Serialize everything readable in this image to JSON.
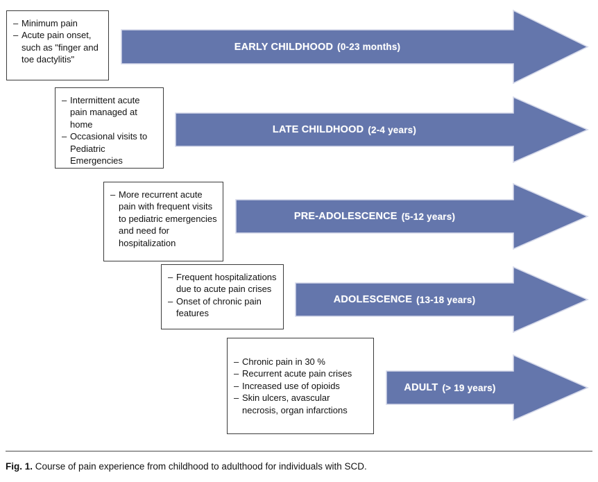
{
  "figure": {
    "caption_label": "Fig. 1.",
    "caption_text": "Course of pain experience from childhood to adulthood for individuals with SCD.",
    "arrow_color": "#6476AC",
    "arrow_border_color": "#d5d9ea",
    "box_border_color": "#3a3a3a",
    "label_text_color": "#ffffff"
  },
  "stages": [
    {
      "id": "early-childhood",
      "label_main": "EARLY CHILDHOOD",
      "label_years": "(0-23 months)",
      "callout": [
        "Minimum pain",
        "Acute pain onset, such as \"finger and toe dactylitis\""
      ]
    },
    {
      "id": "late-childhood",
      "label_main": "LATE CHILDHOOD",
      "label_years": "(2-4 years)",
      "callout": [
        "Intermittent acute pain managed at home",
        "Occasional visits to Pediatric Emergencies"
      ]
    },
    {
      "id": "pre-adolescence",
      "label_main": "PRE-ADOLESCENCE",
      "label_years": "(5-12 years)",
      "callout": [
        "More recurrent acute pain with frequent visits to pediatric emergencies and need for hospitalization"
      ]
    },
    {
      "id": "adolescence",
      "label_main": "ADOLESCENCE",
      "label_years": "(13-18 years)",
      "callout": [
        "Frequent hospitalizations due to acute pain crises",
        "Onset of chronic pain features"
      ]
    },
    {
      "id": "adult",
      "label_main": "ADULT",
      "label_years": "(> 19 years)",
      "callout": [
        "Chronic pain in 30 %",
        "Recurrent acute pain crises",
        "Increased use of opioids",
        "Skin ulcers, avascular necrosis, organ infarctions"
      ]
    }
  ]
}
